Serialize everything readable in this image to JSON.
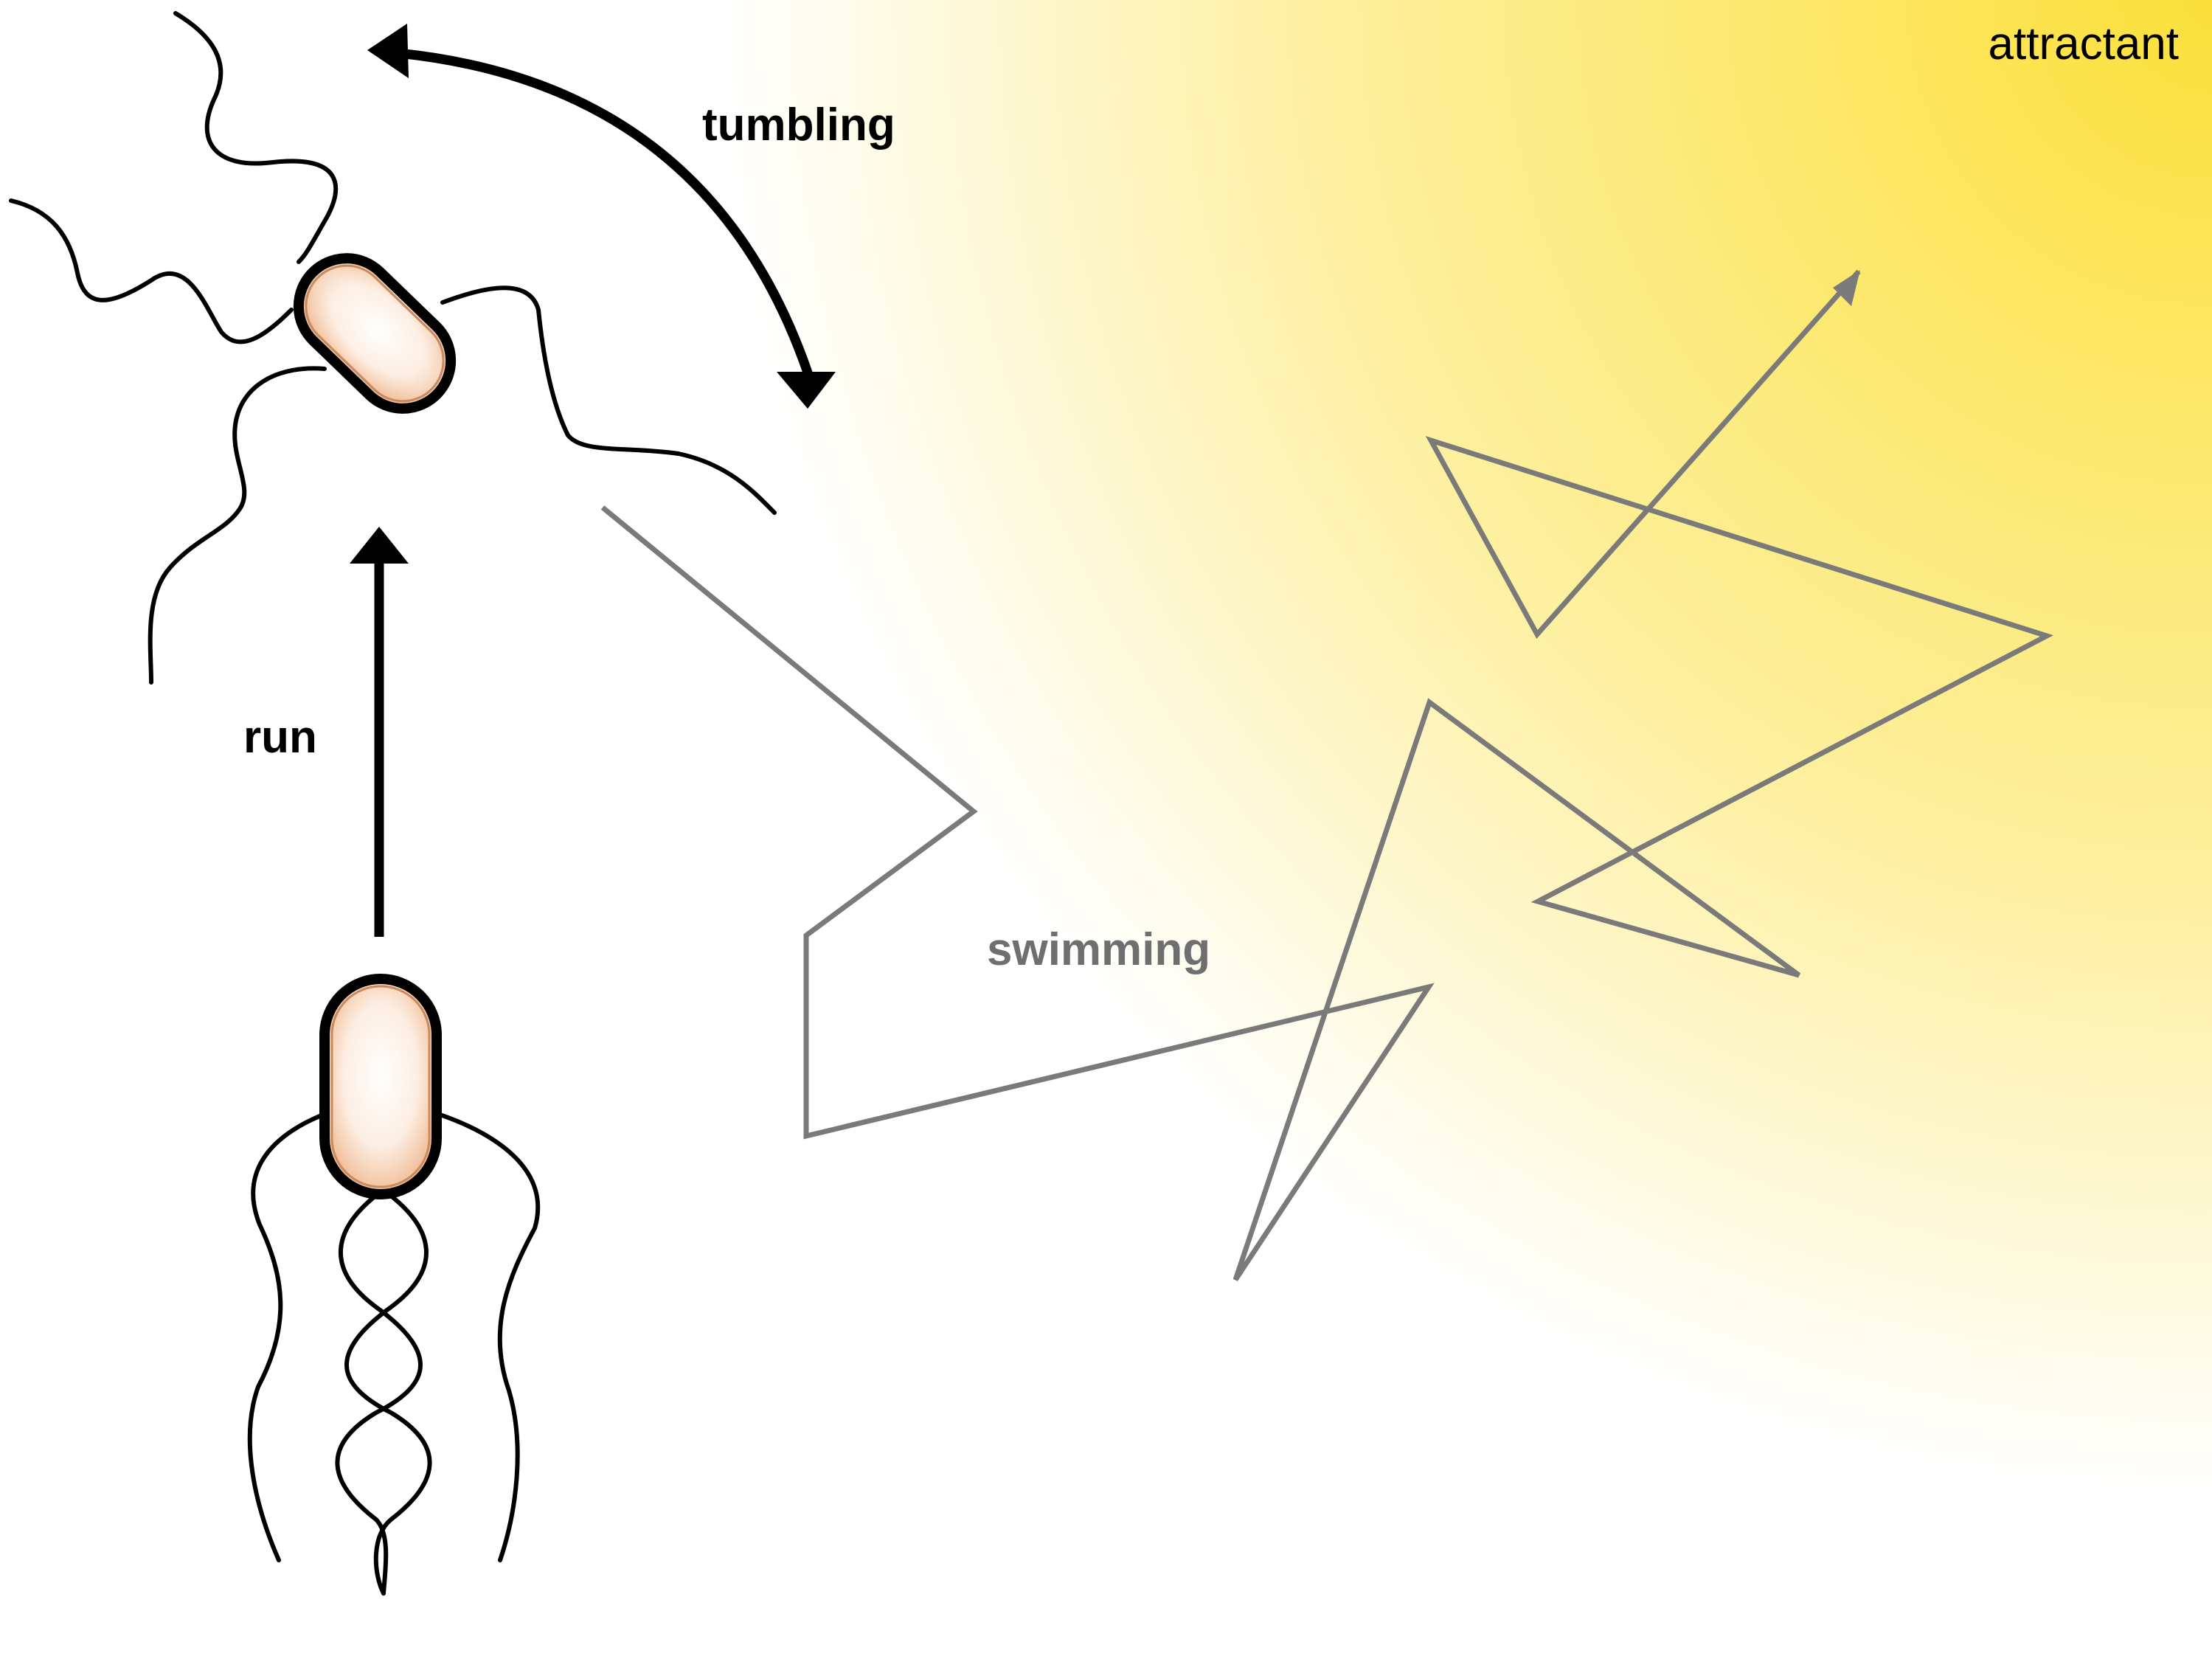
{
  "labels": {
    "attractant": "attractant",
    "tumbling": "tumbling",
    "run": "run",
    "swimming": "swimming"
  },
  "colors": {
    "gradient_light": "#ffffff",
    "gradient_mid": "#fdf0a0",
    "gradient_dark": "#fbe03a",
    "path": "#7a7a7a",
    "swimming_text": "#6f6f6f",
    "outline": "#000000",
    "cell_fill_center": "#ffffff",
    "cell_fill_edge": "#eeb489",
    "cell_rim": "#c98a5e"
  }
}
